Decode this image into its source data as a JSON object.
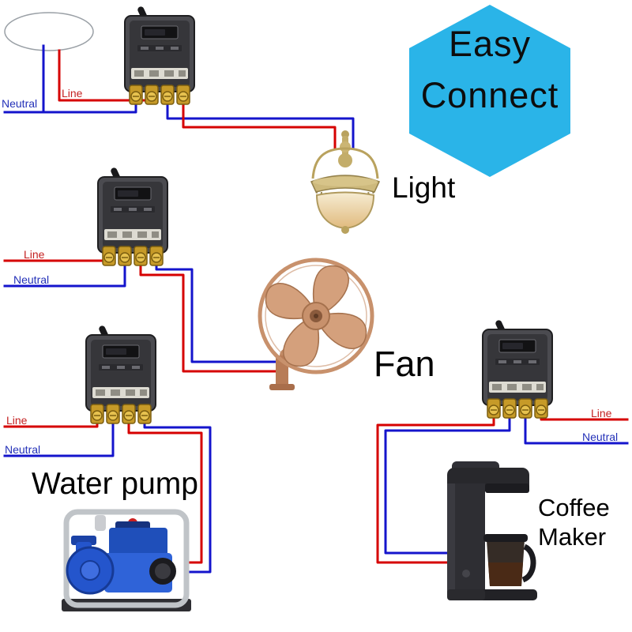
{
  "badge": {
    "line1": "Easy",
    "line2": "Connect"
  },
  "labels": {
    "light": "Light",
    "fan": "Fan",
    "water_pump": "Water pump",
    "coffee_line1": "Coffee",
    "coffee_line2": "Maker"
  },
  "wire_labels": {
    "m1_neutral": "Neutral",
    "m1_line": "Line",
    "m2_line": "Line",
    "m2_neutral": "Neutral",
    "m3_line": "Line",
    "m3_neutral": "Neutral",
    "m4_line": "Line",
    "m4_neutral": "Neutral"
  },
  "colors": {
    "wire_line": "#d60000",
    "wire_neutral": "#1414cc",
    "label_line": "#c42222",
    "label_neutral": "#2330b8",
    "badge_bg": "#2ab4e8",
    "badge_text": "#0d0d0d",
    "terminal_brass": "#c69a28",
    "module_body": "#4b4b50"
  }
}
